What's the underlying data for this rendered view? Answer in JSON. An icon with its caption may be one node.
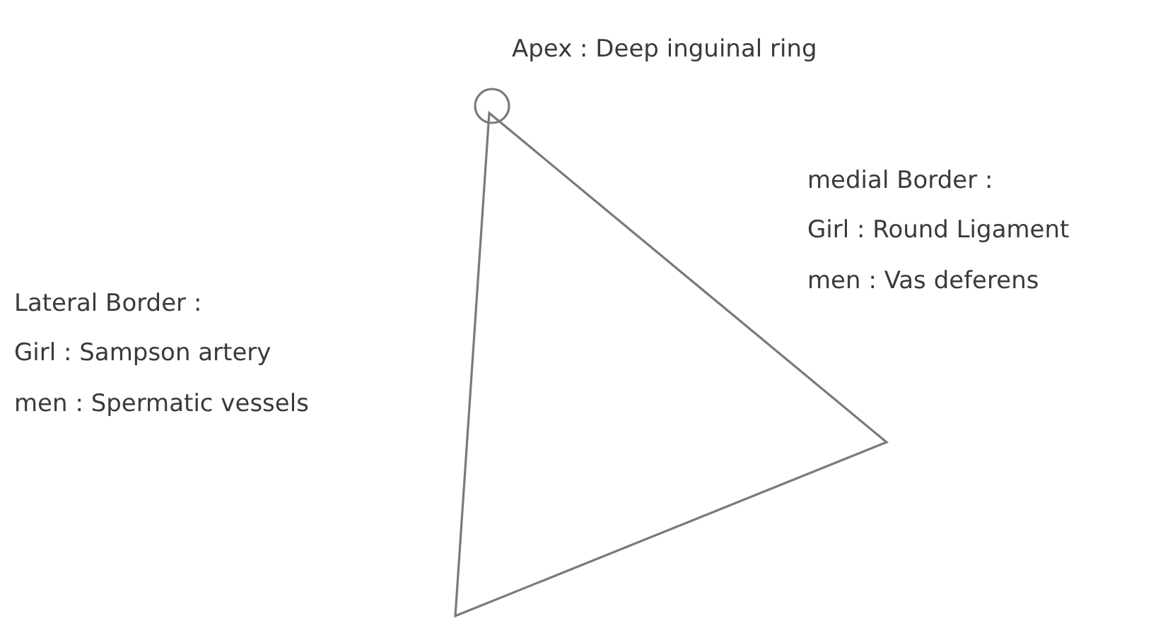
{
  "diagram": {
    "labels": [
      "Apex : Deep inguinal ring",
      "medial Border :",
      "Girl : Round Ligament",
      "men : Vas deferens",
      "Lateral Border :",
      "Girl : Sampson artery",
      "men : Spermatic vessels"
    ]
  }
}
